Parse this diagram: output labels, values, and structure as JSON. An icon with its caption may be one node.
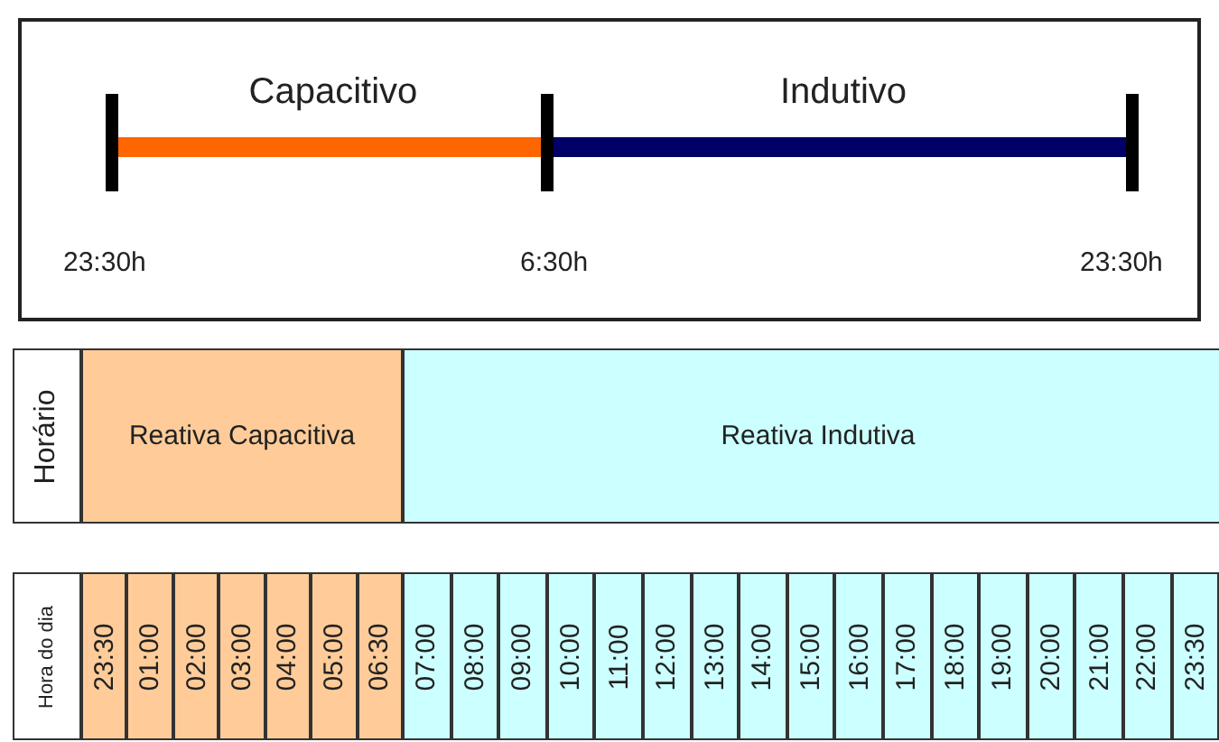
{
  "diagram": {
    "nodes": [
      {
        "text": [],
        "shape": "box"
      },
      {
        "text": [
          "Capacitivo"
        ],
        "in": 0
      },
      {
        "text": [
          "Indutivo"
        ],
        "in": 0
      },
      {
        "text": [
          "Horário"
        ]
      },
      {
        "text": [
          "Reativa Capacitiva"
        ]
      },
      {
        "text": [
          "Reativa Indutiva"
        ]
      },
      {
        "text": [
          "Hora do dia"
        ]
      },
      {
        "text": [
          "23:30"
        ]
      },
      {
        "text": [
          "01:00"
        ]
      },
      {
        "text": [
          "02:00"
        ]
      },
      {
        "text": [
          "03:00"
        ]
      },
      {
        "text": [
          "04:00"
        ]
      },
      {
        "text": [
          "05:00"
        ]
      },
      {
        "text": [
          "06:30"
        ]
      },
      {
        "text": [
          "07:00"
        ]
      },
      {
        "text": [
          "08:00"
        ]
      },
      {
        "text": [
          "09:00"
        ]
      },
      {
        "text": [
          "10:00"
        ]
      },
      {
        "text": [
          "11:00"
        ]
      },
      {
        "text": [
          "12:00"
        ]
      },
      {
        "text": [
          "13:00"
        ]
      },
      {
        "text": [
          "14:00"
        ]
      },
      {
        "text": [
          "15:00"
        ]
      },
      {
        "text": [
          "16:00"
        ]
      },
      {
        "text": [
          "17:00"
        ]
      },
      {
        "text": [
          "18:00"
        ]
      },
      {
        "text": [
          "19:00"
        ]
      },
      {
        "text": [
          "20:00"
        ]
      },
      {
        "text": [
          "21:00"
        ]
      },
      {
        "text": [
          "22:00"
        ]
      },
      {
        "text": [
          "23:30"
        ]
      }
    ],
    "labels": [
      "23:30h",
      "6:30h",
      "23:30h"
    ]
  }
}
